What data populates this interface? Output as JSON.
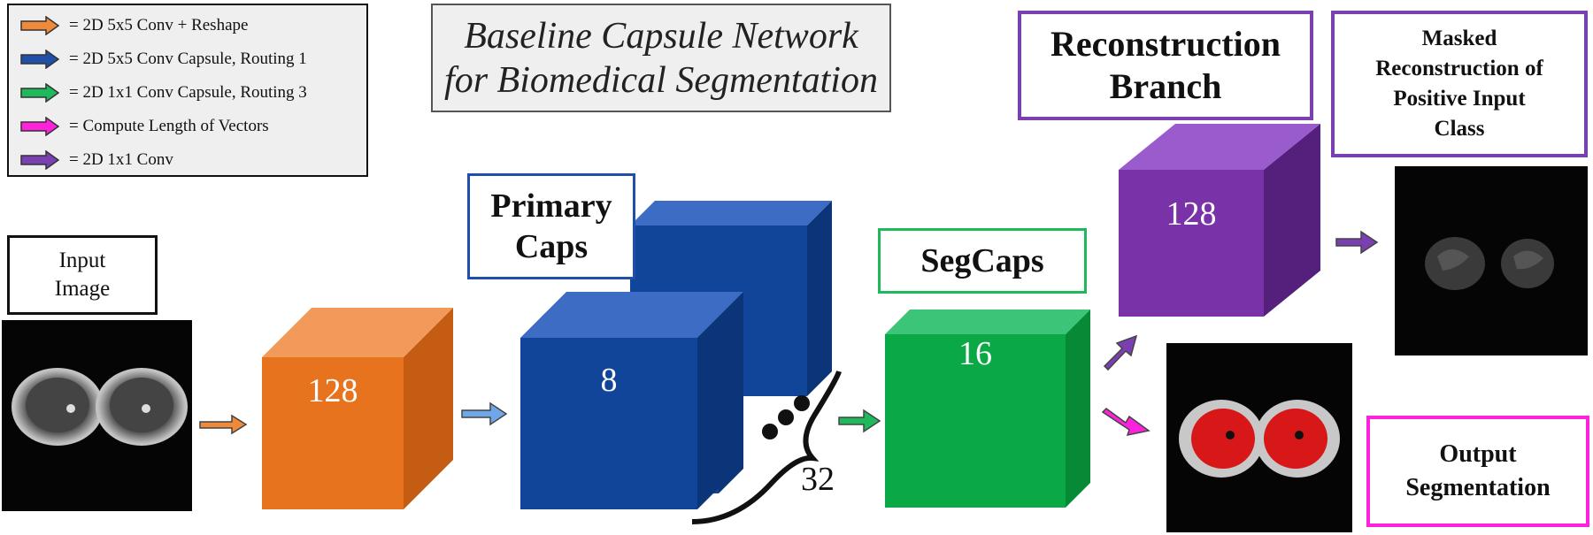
{
  "legend": {
    "items": [
      {
        "color": "#ef8a3a",
        "label": "= 2D 5x5 Conv + Reshape"
      },
      {
        "color": "#1f4fa8",
        "label": "= 2D 5x5 Conv Capsule, Routing  1"
      },
      {
        "color": "#1fb85a",
        "label": "= 2D 1x1 Conv Capsule, Routing  3"
      },
      {
        "color": "#ff22dd",
        "label": "= Compute Length  of Vectors"
      },
      {
        "color": "#7a3fb0",
        "label": "= 2D 1x1 Conv"
      }
    ]
  },
  "title": {
    "line1": "Baseline Capsule Network",
    "line2": "for  Biomedical Segmentation"
  },
  "input_image": {
    "label_line1": "Input",
    "label_line2": "Image"
  },
  "conv_block": {
    "value": "128",
    "color": "#e8731f"
  },
  "primary_caps": {
    "label_line1": "Primary",
    "label_line2": "Caps",
    "value": "8",
    "count": "32",
    "color": "#11459a"
  },
  "segcaps": {
    "label": "SegCaps",
    "value": "16",
    "color": "#0aa945"
  },
  "reconstruction": {
    "label_line1": "Reconstruction",
    "label_line2": "Branch",
    "value": "128",
    "color": "#7a32a8"
  },
  "masked": {
    "line1": "Masked",
    "line2": "Reconstruction of",
    "line3": "Positive Input",
    "line4": "Class"
  },
  "output": {
    "line1": "Output",
    "line2": "Segmentation"
  },
  "colors": {
    "orange": "#e8731f",
    "blue": "#11459a",
    "green": "#0aa945",
    "purple": "#7a32a8",
    "magenta": "#ff22dd",
    "light_blue_arrow": "#6fa8e8"
  }
}
